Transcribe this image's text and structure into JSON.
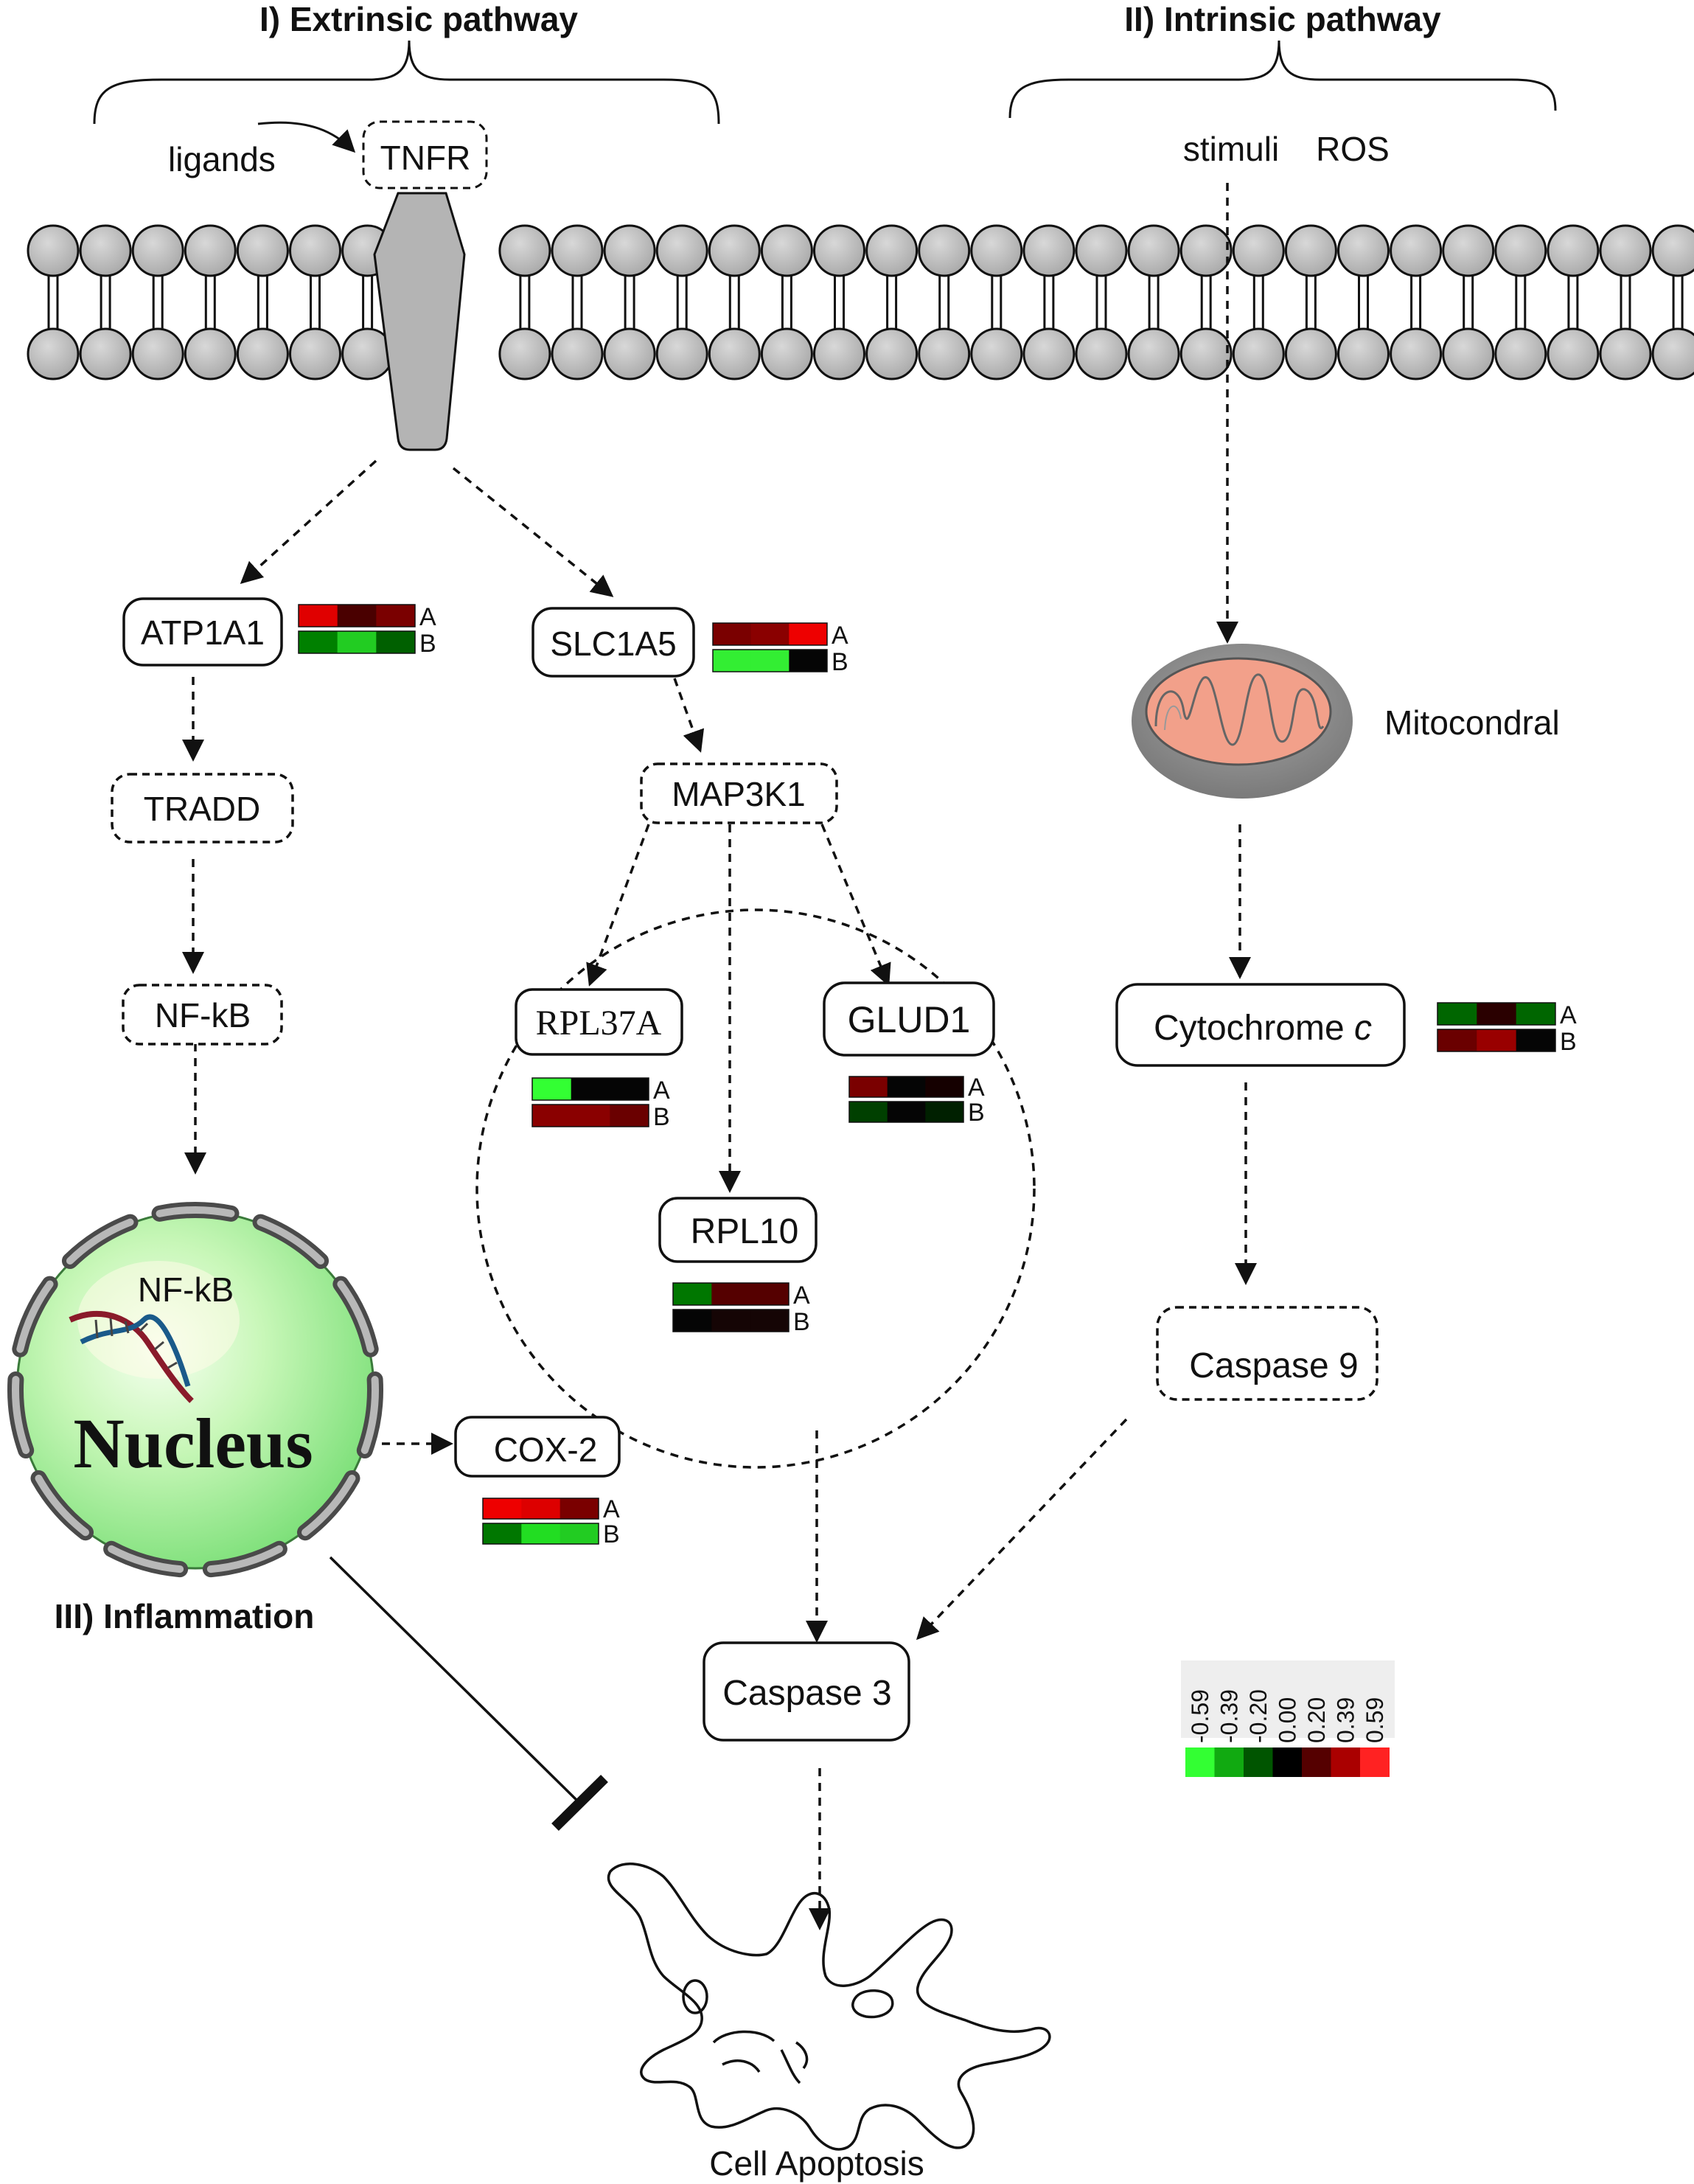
{
  "pathways": {
    "extrinsic": "I) Extrinsic pathway",
    "intrinsic": "II) Intrinsic pathway",
    "inflammation": "III) Inflammation"
  },
  "labels": {
    "ligands": "ligands",
    "tnfr": "TNFR",
    "stimuli": "stimuli",
    "ros": "ROS",
    "mitochondria": "Mitocondral",
    "nucleus": "Nucleus",
    "nucleus_nfkb": "NF-kB",
    "apoptosis": "Cell Apoptosis"
  },
  "nodes": {
    "atp1a1": "ATP1A1",
    "tradd": "TRADD",
    "nfkb": "NF-kB",
    "slc1a5": "SLC1A5",
    "map3k1": "MAP3K1",
    "rpl37a": "RPL37A",
    "glud1": "GLUD1",
    "rpl10": "RPL10",
    "cox2": "COX-2",
    "cytochrome_c": "Cytochrome",
    "cytochrome_c_italic": "c",
    "caspase9": "Caspase 9",
    "caspase3": "Caspase 3"
  },
  "heatmap_row_labels": [
    "A",
    "B"
  ],
  "heatmaps": {
    "atp1a1": {
      "A": [
        "#e00000",
        "#4a0000",
        "#7a0000"
      ],
      "B": [
        "#008000",
        "#22cc22",
        "#006000"
      ]
    },
    "slc1a5": {
      "A": [
        "#7a0000",
        "#8a0000",
        "#ee0000"
      ],
      "B": [
        "#33ee33",
        "#33ee33",
        "#050505"
      ]
    },
    "rpl37a": {
      "A": [
        "#33ff33",
        "#050505",
        "#050505"
      ],
      "B": [
        "#8a0000",
        "#8a0000",
        "#6a0000"
      ]
    },
    "glud1": {
      "A": [
        "#7a0000",
        "#050505",
        "#150000"
      ],
      "B": [
        "#004000",
        "#050505",
        "#002000"
      ]
    },
    "rpl10": {
      "A": [
        "#007700",
        "#550000",
        "#550000"
      ],
      "B": [
        "#050505",
        "#150505",
        "#150505"
      ]
    },
    "cytochrome_c": {
      "A": [
        "#006600",
        "#2a0000",
        "#006600"
      ],
      "B": [
        "#6a0000",
        "#990000",
        "#050505"
      ]
    },
    "cox2": {
      "A": [
        "#ee0000",
        "#dd0000",
        "#7a0000"
      ],
      "B": [
        "#007700",
        "#22dd22",
        "#22cc22"
      ]
    }
  },
  "color_scale": {
    "values": [
      "-0.59",
      "-0.39",
      "-0.20",
      "0.00",
      "0.20",
      "0.39",
      "0.59"
    ],
    "colors": [
      "#33ff33",
      "#11aa11",
      "#005500",
      "#000000",
      "#550000",
      "#aa0000",
      "#ff2222"
    ]
  }
}
